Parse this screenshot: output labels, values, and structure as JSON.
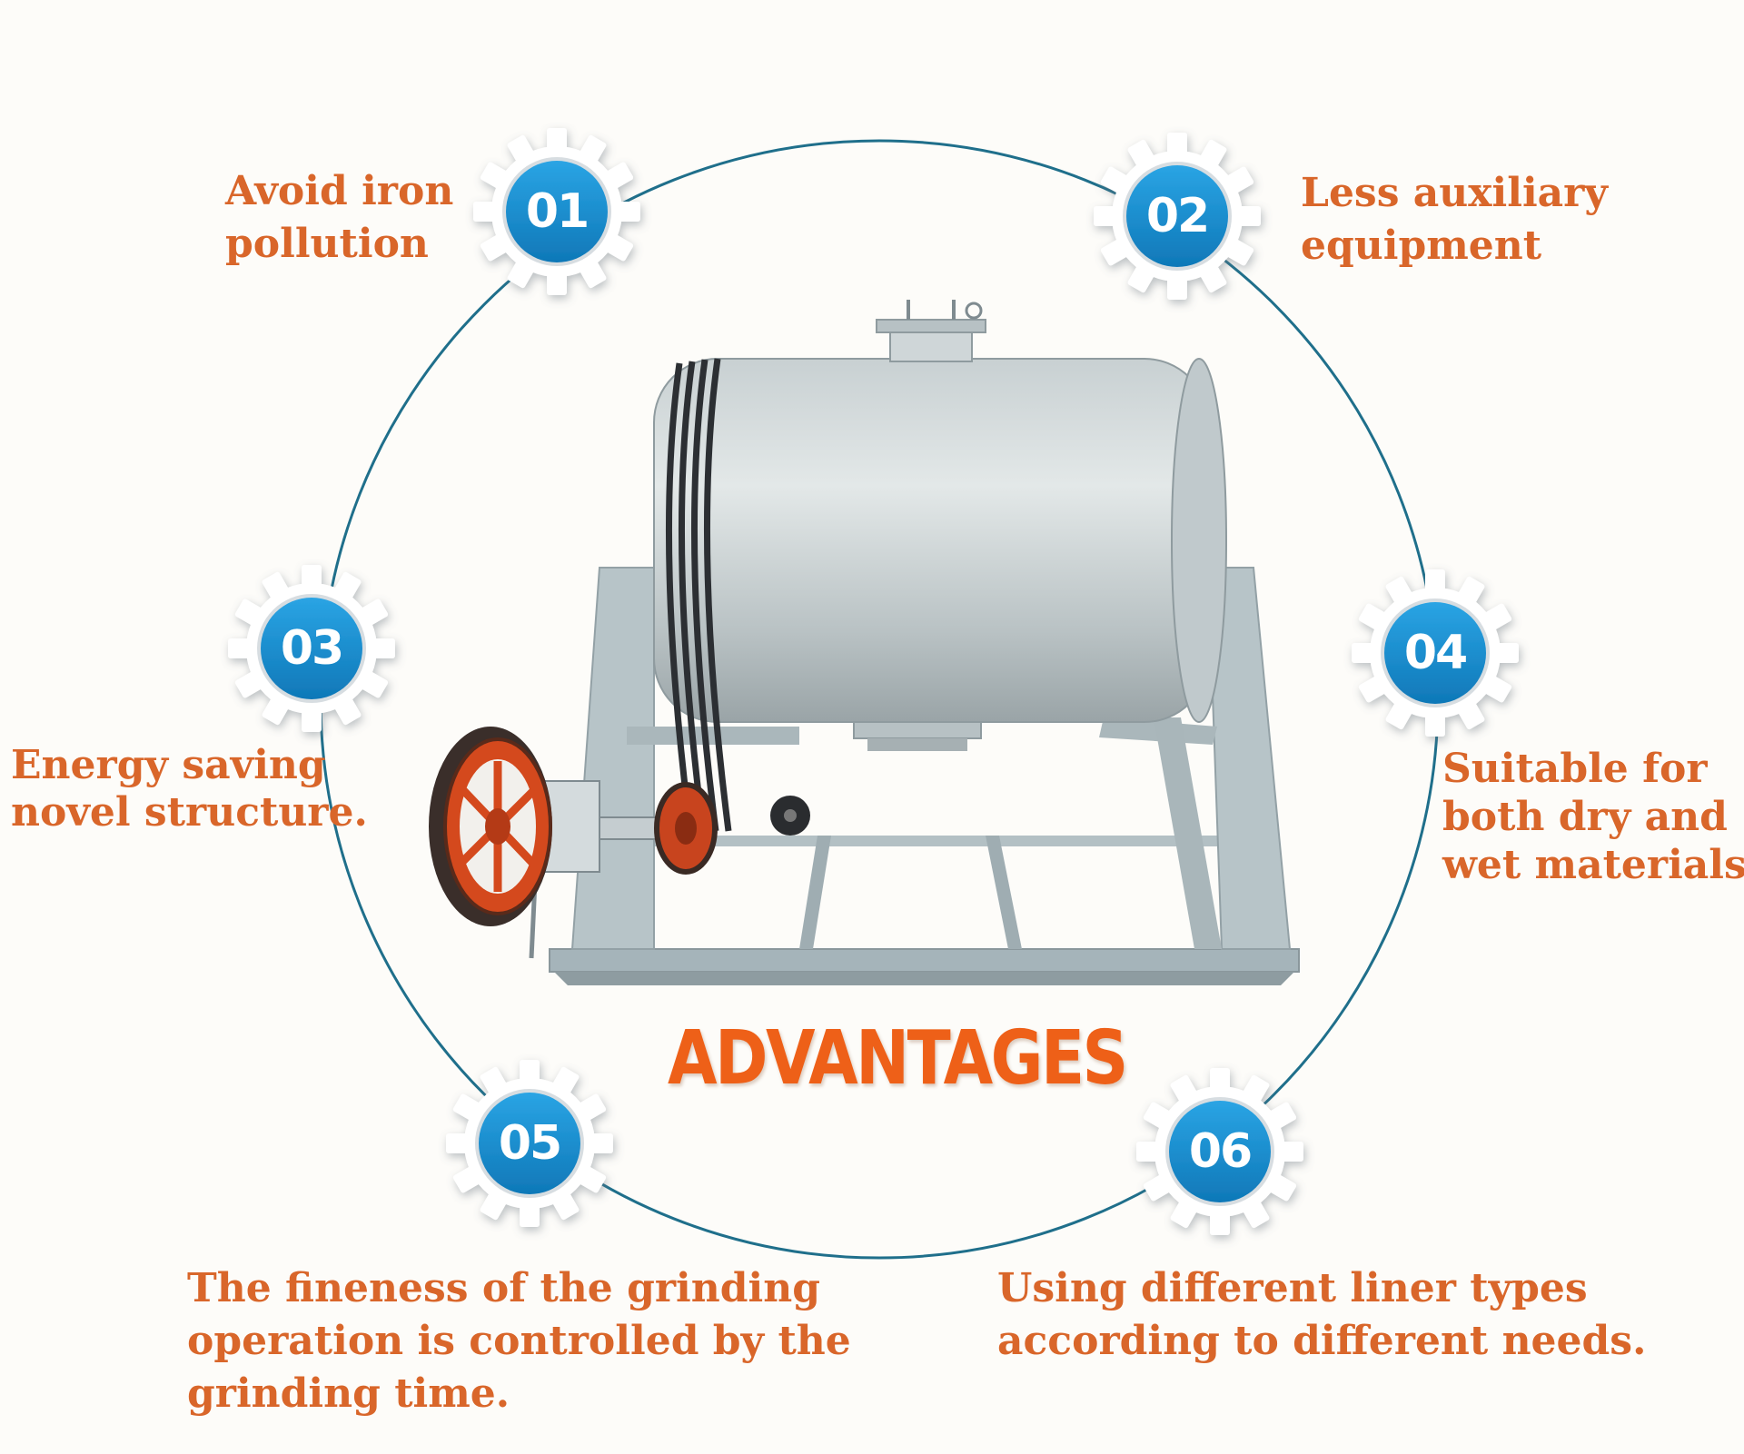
{
  "title": "ADVANTAGES",
  "colors": {
    "accent_text": "#d9662a",
    "title": "#ee6018",
    "badge_blue": "#1a8fd0",
    "circle_line": "#1f6f8b",
    "gear": "#ffffff"
  },
  "features": [
    {
      "number": "01",
      "lines": [
        "Avoid iron",
        "pollution"
      ]
    },
    {
      "number": "02",
      "lines": [
        "Less auxiliary",
        "equipment"
      ]
    },
    {
      "number": "03",
      "lines": [
        "Energy saving",
        "novel structure."
      ]
    },
    {
      "number": "04",
      "lines": [
        "Suitable for",
        "both dry and",
        "wet materials."
      ]
    },
    {
      "number": "05",
      "lines": [
        "The fineness of the grinding",
        "operation is controlled by the",
        "grinding time."
      ]
    },
    {
      "number": "06",
      "lines": [
        "Using different liner types",
        "according to different needs."
      ]
    }
  ],
  "icons": {
    "gear": "gear-icon",
    "machine": "ball-mill-illustration"
  }
}
